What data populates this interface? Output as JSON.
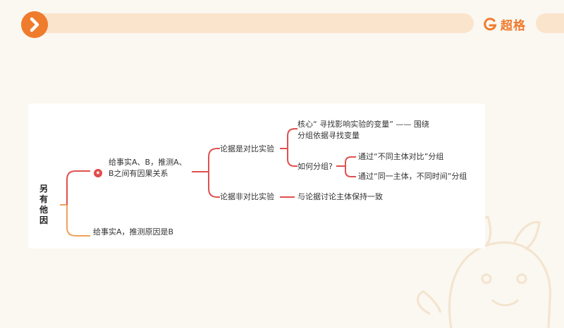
{
  "header": {
    "brand_name": "超格",
    "colors": {
      "accent": "#ef7b2d",
      "bar": "#fbe4cc",
      "branch": "#e05050",
      "branch_alt": "#f1a15a"
    }
  },
  "icons": {
    "nav": "chevron-right-icon",
    "brand": "brand-logo-icon",
    "marker": "star-icon"
  },
  "mindmap": {
    "root": [
      "另",
      "有",
      "他",
      "因"
    ],
    "branch1": {
      "lines": [
        "给事实A、B，推测A、",
        "B之间有因果关系"
      ],
      "marker": "★"
    },
    "branch2": {
      "text": "给事实A，推测原因是B"
    },
    "contrast": {
      "label": "论据是对比实验",
      "core_lines": [
        "核心“ 寻找影响实验的变量” —— 围绕",
        "分组依据寻找变量"
      ],
      "grouping": "如何分组?",
      "group_a": "通过“不同主体对比”分组",
      "group_b": "通过“同一主体，不同时间”分组"
    },
    "noncontrast": {
      "label": "论据非对比实验",
      "detail": "与论据讨论主体保持一致"
    }
  }
}
